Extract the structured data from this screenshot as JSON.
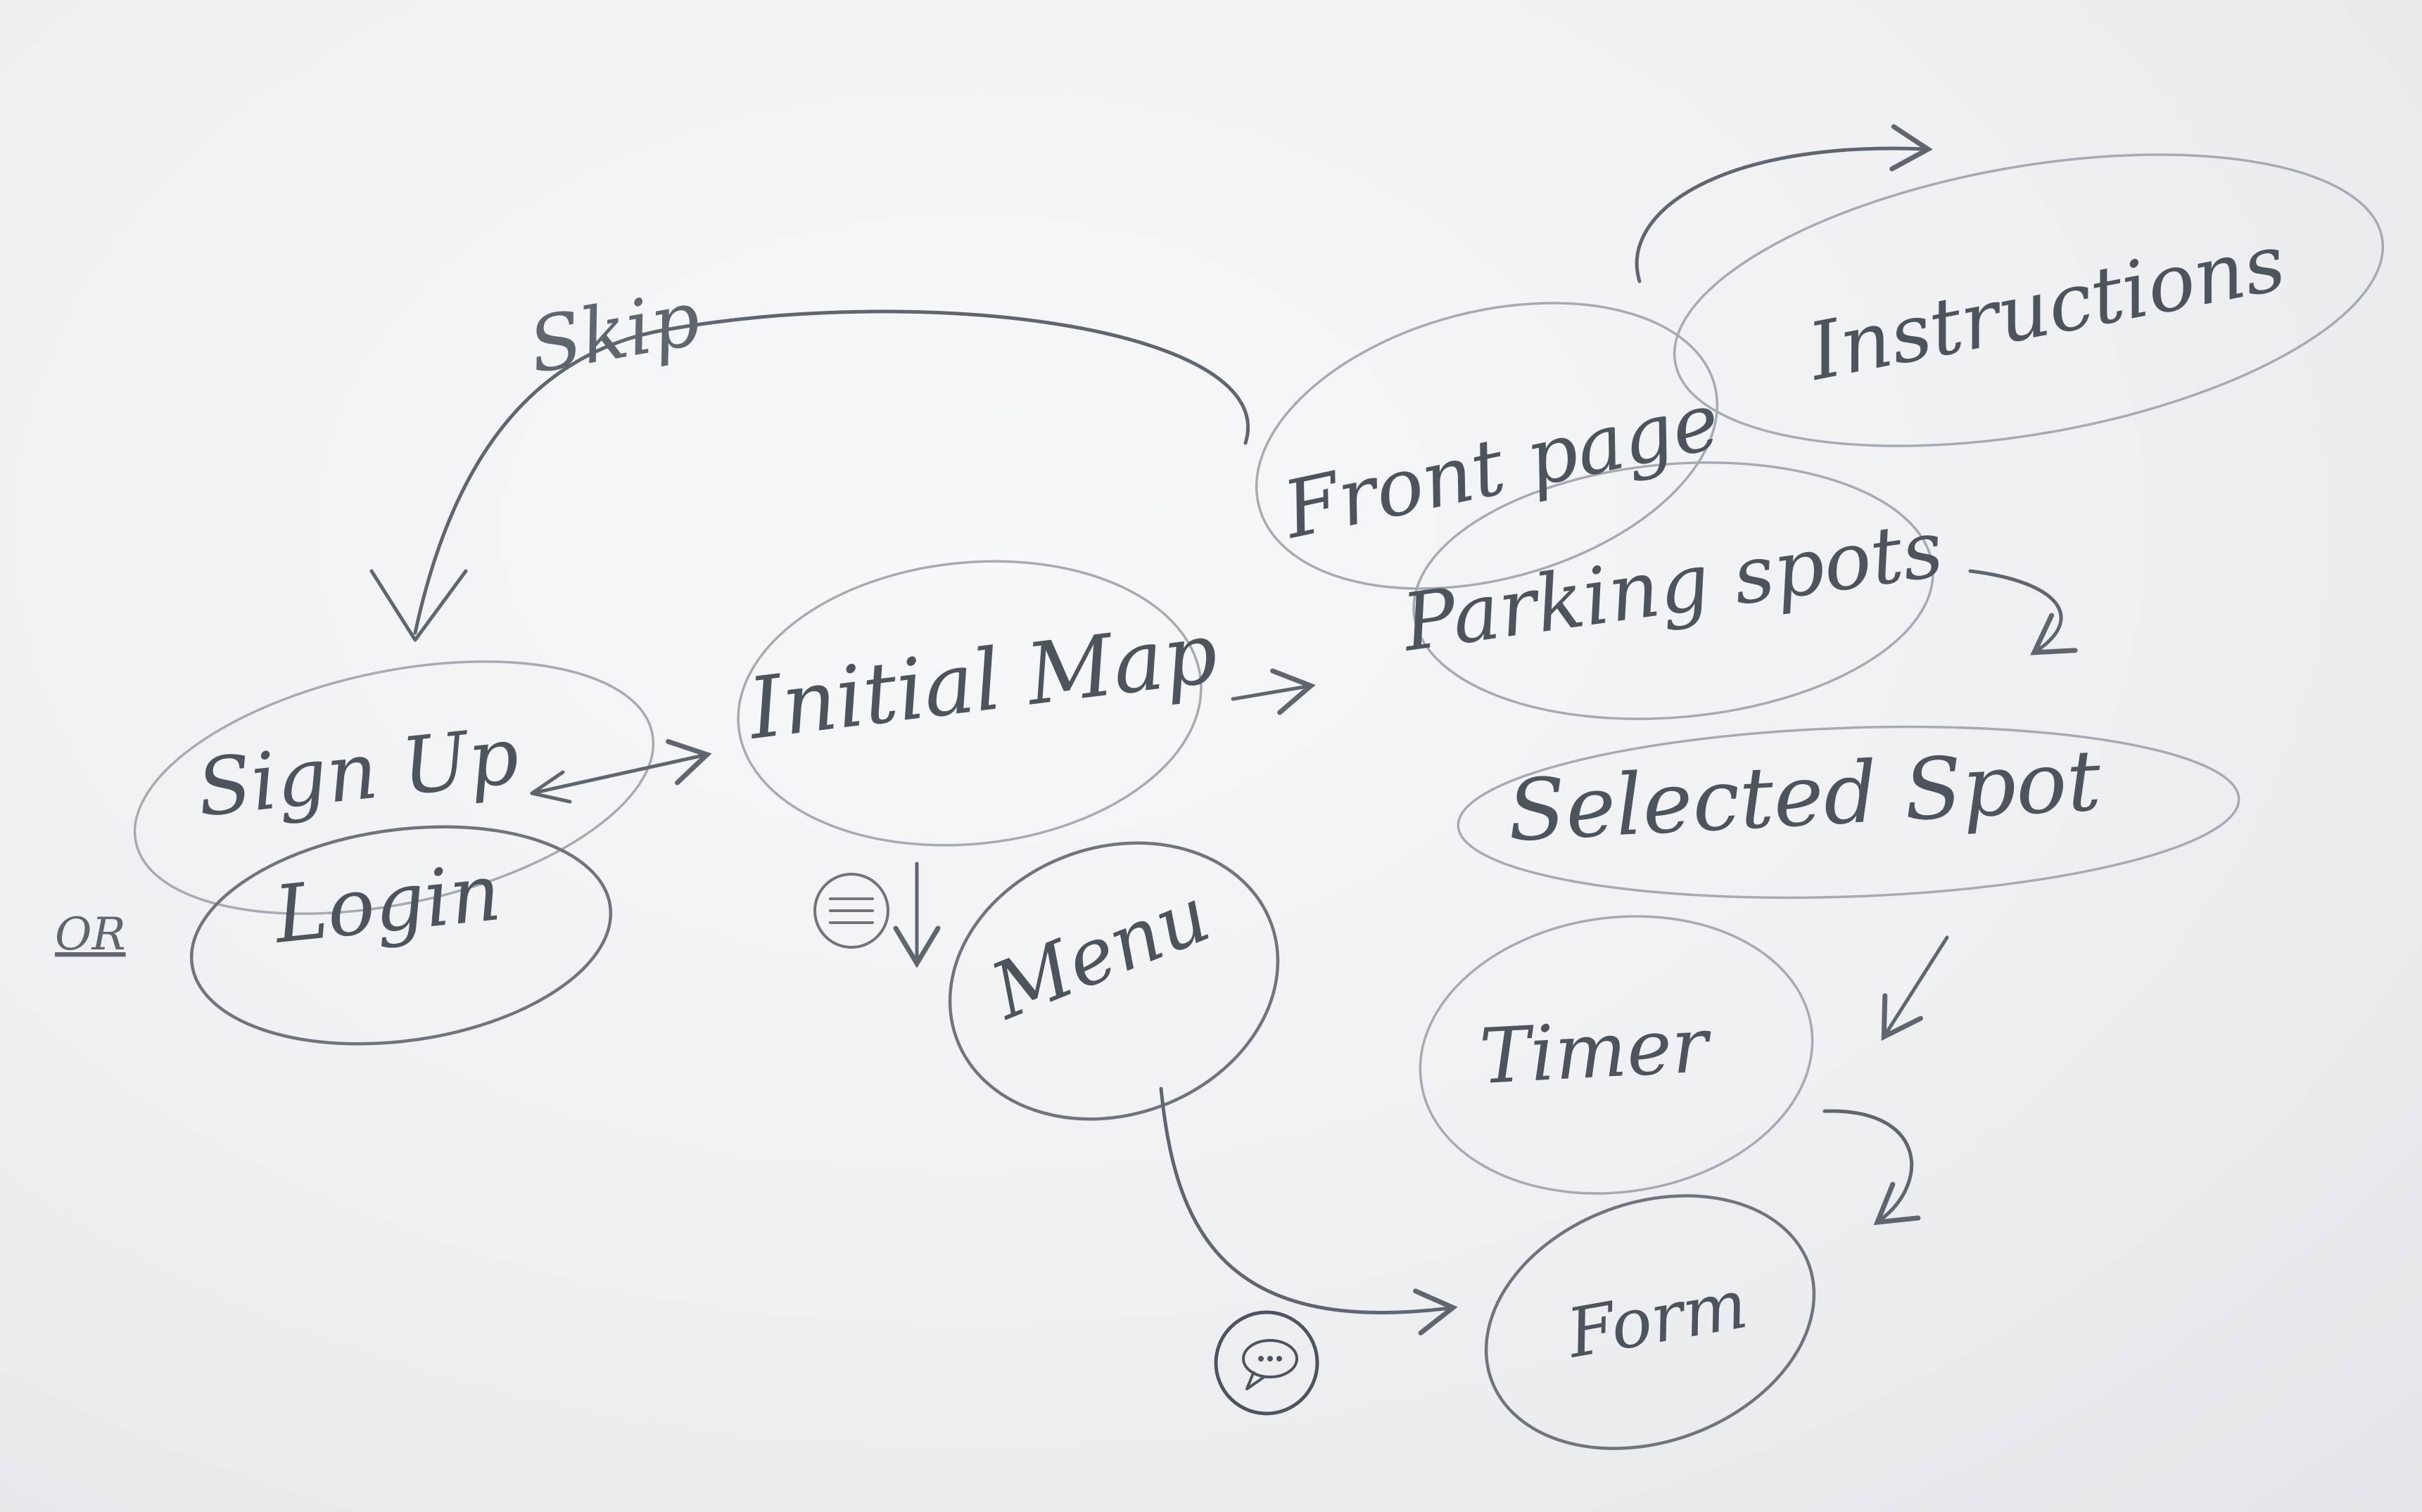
{
  "nodes": {
    "sign_up": "Sign Up",
    "login": "Login",
    "or": "OR",
    "initial_map": "Initial Map",
    "menu": "Menu",
    "front_page": "Front page",
    "parking_spots": "Parking spots",
    "instructions": "Instructions",
    "selected_spot": "Selected Spot",
    "timer": "Timer",
    "form": "Form"
  },
  "edges": {
    "skip": "Skip"
  },
  "icons": {
    "menu_icon": "hamburger-menu-icon",
    "feedback_icon": "chat-bubble-icon"
  },
  "colors": {
    "paper": "#eef0f3",
    "ink": "#5f666d",
    "outline": "#a6abb1"
  }
}
